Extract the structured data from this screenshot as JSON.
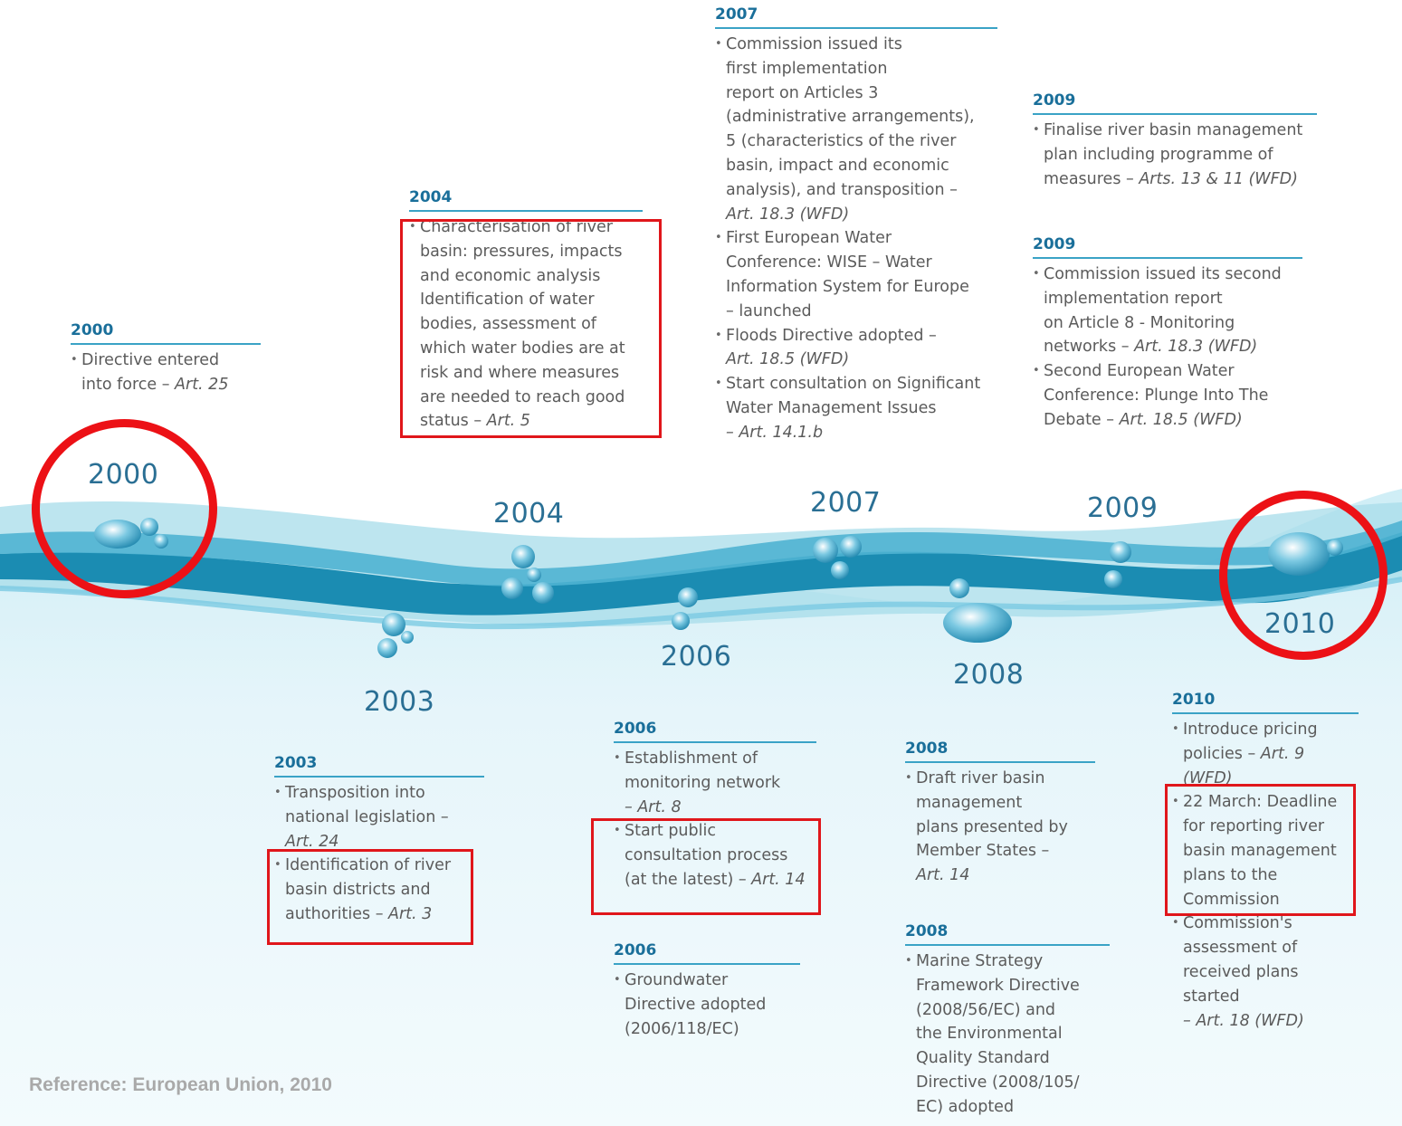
{
  "wave_years": [
    {
      "id": "2000",
      "label": "2000"
    },
    {
      "id": "2003",
      "label": "2003"
    },
    {
      "id": "2004",
      "label": "2004"
    },
    {
      "id": "2006",
      "label": "2006"
    },
    {
      "id": "2007",
      "label": "2007"
    },
    {
      "id": "2008",
      "label": "2008"
    },
    {
      "id": "2009",
      "label": "2009"
    },
    {
      "id": "2010",
      "label": "2010"
    }
  ],
  "blocks": {
    "b2000": {
      "year": "2000",
      "items": [
        {
          "text": "Directive entered\ninto force – ",
          "art": "Art. 25"
        }
      ]
    },
    "b2004": {
      "year": "2004",
      "items": [
        {
          "text": "Characterisation of river\nbasin: pressures, impacts\nand economic analysis\nIdentification of water\nbodies, assessment of\nwhich water bodies are at\nrisk and where measures\nare needed to reach good\nstatus – ",
          "art": "Art. 5"
        }
      ]
    },
    "b2007": {
      "year": "2007",
      "items": [
        {
          "text": "Commission issued its\nfirst implementation\nreport on Articles 3\n(administrative arrangements),\n5 (characteristics of the river\nbasin, impact and economic\nanalysis), and transposition –\n",
          "art": "Art. 18.3 (WFD)"
        },
        {
          "text": "First European Water\nConference: WISE – Water\nInformation System for Europe\n– launched",
          "art": ""
        },
        {
          "text": "Floods Directive adopted –\n",
          "art": "Art. 18.5 (WFD)"
        },
        {
          "text": "Start consultation on Significant\nWater Management Issues\n",
          "art": "– Art. 14.1.b"
        }
      ]
    },
    "b2009a": {
      "year": "2009",
      "items": [
        {
          "text": "Finalise river basin management\nplan including programme of\nmeasures – ",
          "art": "Arts. 13 & 11 (WFD)"
        }
      ]
    },
    "b2009b": {
      "year": "2009",
      "items": [
        {
          "text": "Commission issued its second\nimplementation report\non Article 8 - Monitoring\nnetworks – ",
          "art": "Art. 18.3 (WFD)"
        },
        {
          "text": "Second European Water\nConference: Plunge Into The\nDebate – ",
          "art": "Art. 18.5 (WFD)"
        }
      ]
    },
    "b2003": {
      "year": "2003",
      "items": [
        {
          "text": "Transposition into\nnational legislation –\n",
          "art": "Art. 24"
        },
        {
          "text": "Identification of river\nbasin districts and\nauthorities – ",
          "art": "Art. 3"
        }
      ]
    },
    "b2006a": {
      "year": "2006",
      "items": [
        {
          "text": "Establishment of\nmonitoring network\n",
          "art": "– Art. 8"
        },
        {
          "text": "Start public\nconsultation process\n(at the latest) – ",
          "art": "Art. 14"
        }
      ]
    },
    "b2006b": {
      "year": "2006",
      "items": [
        {
          "text": "Groundwater\nDirective adopted\n(2006/118/EC)",
          "art": ""
        }
      ]
    },
    "b2008a": {
      "year": "2008",
      "items": [
        {
          "text": "Draft river basin\nmanagement\nplans presented by\nMember States –\n",
          "art": "Art. 14"
        }
      ]
    },
    "b2008b": {
      "year": "2008",
      "items": [
        {
          "text": "Marine Strategy\nFramework Directive\n(2008/56/EC) and\nthe Environmental\nQuality Standard\nDirective (2008/105/\nEC) adopted",
          "art": ""
        }
      ]
    },
    "b2010": {
      "year": "2010",
      "items": [
        {
          "text": "Introduce pricing\npolicies – ",
          "art": "Art. 9\n(WFD)"
        },
        {
          "text": "22 March: Deadline\nfor reporting river\nbasin management\nplans to the\nCommission",
          "art": ""
        },
        {
          "text": "Commission's\nassessment of\nreceived plans\nstarted\n",
          "art": "– Art. 18 (WFD)"
        }
      ]
    }
  },
  "reference": "Reference: European Union, 2010",
  "colors": {
    "water_dark": "#1a8fb5",
    "water_light": "#bfe5f0",
    "highlight": "#e0161b",
    "year_heading": "#1a6f9a"
  }
}
